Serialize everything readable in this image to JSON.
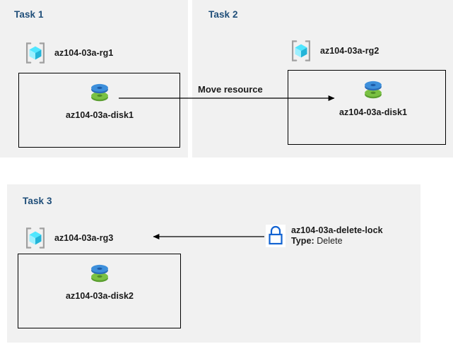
{
  "diagram": {
    "title_color": "#1f4e79",
    "panel_bg": "#f1f1f1",
    "page_bg": "#ffffff"
  },
  "panels": [
    {
      "id": "task1",
      "title": "Task 1",
      "resource_group": {
        "label": "az104-03a-rg1",
        "icon": "resource-group-icon"
      },
      "resource": {
        "label": "az104-03a-disk1",
        "icon": "managed-disk-icon"
      }
    },
    {
      "id": "task2",
      "title": "Task 2",
      "resource_group": {
        "label": "az104-03a-rg2",
        "icon": "resource-group-icon"
      },
      "resource": {
        "label": "az104-03a-disk1",
        "icon": "managed-disk-icon"
      }
    },
    {
      "id": "task3",
      "title": "Task 3",
      "resource_group": {
        "label": "az104-03a-rg3",
        "icon": "resource-group-icon"
      },
      "resource": {
        "label": "az104-03a-disk2",
        "icon": "managed-disk-icon"
      },
      "lock": {
        "icon": "lock-icon",
        "name": "az104-03a-delete-lock",
        "type_label": "Type:",
        "type_value": "Delete"
      }
    }
  ],
  "arrows": [
    {
      "id": "move-resource",
      "label": "Move resource",
      "direction": "right",
      "from": "az104-03a-disk1",
      "to": "az104-03a-disk1"
    },
    {
      "id": "lock-applies-to",
      "label": "",
      "direction": "left",
      "from": "az104-03a-delete-lock",
      "to": "az104-03a-rg3"
    }
  ],
  "colors": {
    "disk_top": "#3d8fdb",
    "disk_bottom": "#6cb33f",
    "cube_cyan": "#50e6ff",
    "bracket_gray": "#a0a0a0",
    "lock_blue": "#1263d2",
    "arrow": "#000000"
  }
}
